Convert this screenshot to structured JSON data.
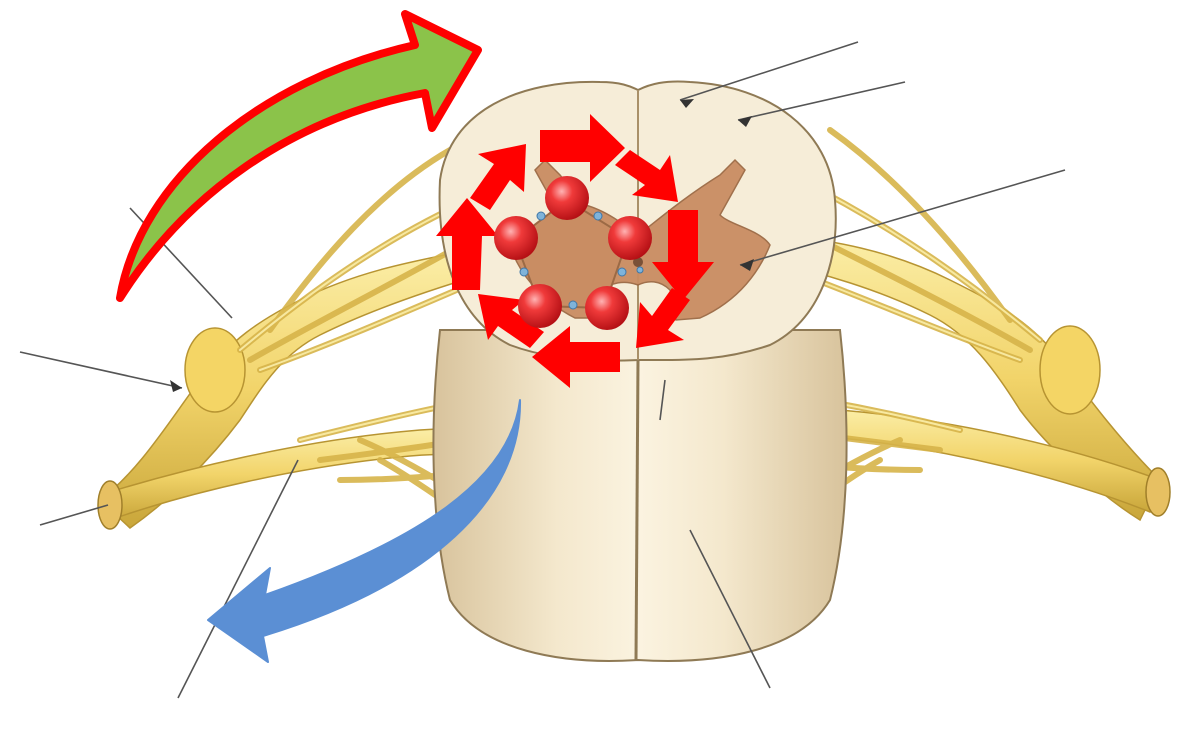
{
  "diagram": {
    "subject": "spinal-cord-cross-section",
    "text_labels": [],
    "leader_line_count": 9,
    "ring_node_count": 5,
    "ring_arrow_count": 8,
    "colors": {
      "nerve_fill": "#f2d46a",
      "nerve_highlight": "#fbeea8",
      "nerve_shadow": "#c9a63a",
      "cord_body": "#efe2c4",
      "cord_shadow": "#c9b48e",
      "gray_matter": "#c98d63",
      "white_matter": "#f6edd8",
      "ring_red": "#ff0000",
      "node_red": "#e0161d",
      "node_highlight": "#ffb3b3",
      "node_connector": "#7fb3d9",
      "afferent_arrow_fill": "#8bc34a",
      "afferent_arrow_outline": "#ff0000",
      "efferent_arrow": "#5b8fd4",
      "leader_line": "#555555"
    },
    "arrows": [
      {
        "name": "afferent-arrow",
        "direction": "toward-cord",
        "style": "green-with-red-outline"
      },
      {
        "name": "efferent-arrow",
        "direction": "away-from-cord",
        "style": "blue"
      }
    ]
  }
}
